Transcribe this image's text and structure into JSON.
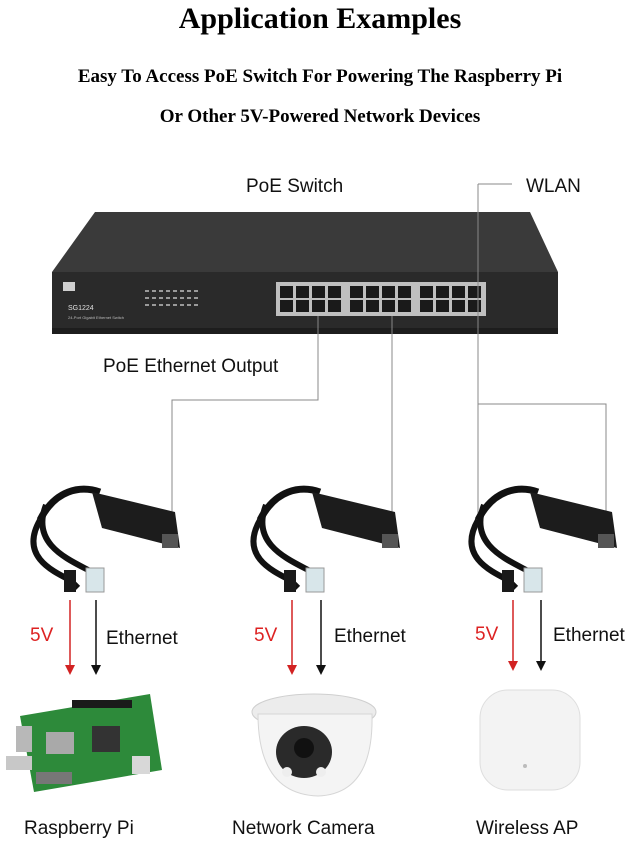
{
  "title": "Application Examples",
  "subtitle_line1": "Easy To Access PoE Switch For Powering The Raspberry Pi",
  "subtitle_line2": "Or Other 5V-Powered Network Devices",
  "labels": {
    "poe_switch": "PoE Switch",
    "wlan": "WLAN",
    "poe_output": "PoE Ethernet Output"
  },
  "switch_model": "SG1224",
  "switch_caption": "24-Port Gigabit Ethernet Switch",
  "splitters": [
    {
      "power": "5V",
      "data": "Ethernet",
      "device": "Raspberry Pi"
    },
    {
      "power": "5V",
      "data": "Ethernet",
      "device": "Network Camera"
    },
    {
      "power": "5V",
      "data": "Ethernet",
      "device": "Wireless AP"
    }
  ],
  "colors": {
    "power_arrow": "#d22222",
    "data_arrow": "#111111",
    "connector_line": "#888888"
  }
}
